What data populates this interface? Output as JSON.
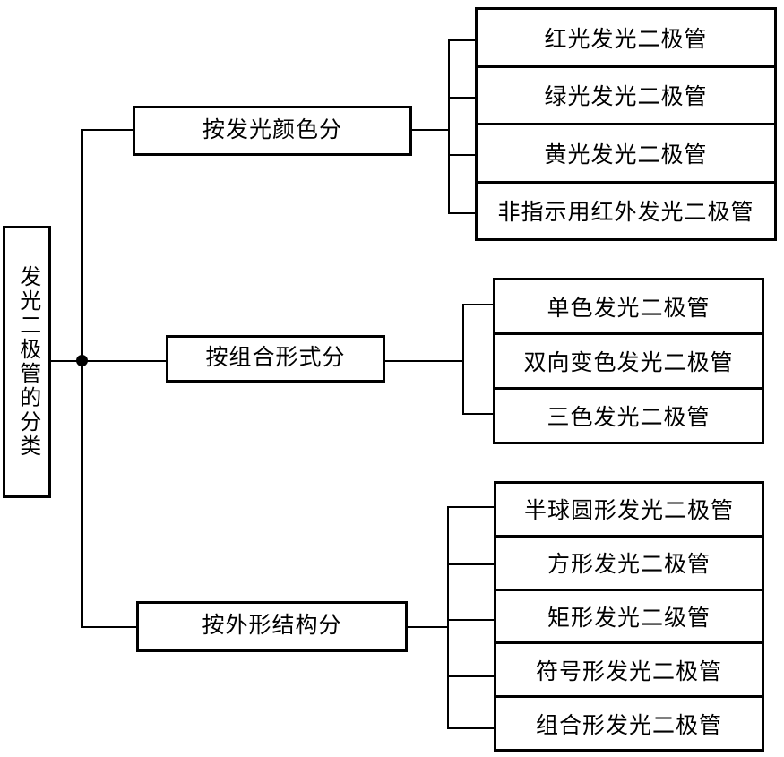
{
  "diagram": {
    "type": "tree-classification",
    "title_node": "发光二极管的分类",
    "root": {
      "label": "发光二极管的分类",
      "orientation": "vertical-text"
    },
    "branches": [
      {
        "label": "按发光颜色分",
        "children": [
          "红光发光二极管",
          "绿光发光二极管",
          "黄光发光二极管",
          "非指示用红外发光二极管"
        ]
      },
      {
        "label": "按组合形式分",
        "children": [
          "单色发光二极管",
          "双向变色发光二极管",
          "三色发光二极管"
        ]
      },
      {
        "label": "按外形结构分",
        "children": [
          "半球圆形发光二极管",
          "方形发光二极管",
          "矩形发光二级管",
          "符号形发光二极管",
          "组合形发光二极管"
        ]
      }
    ],
    "colors": {
      "line": "#000000",
      "box_background": "#ffffff",
      "text": "#000000",
      "page_background": "#ffffff"
    }
  }
}
